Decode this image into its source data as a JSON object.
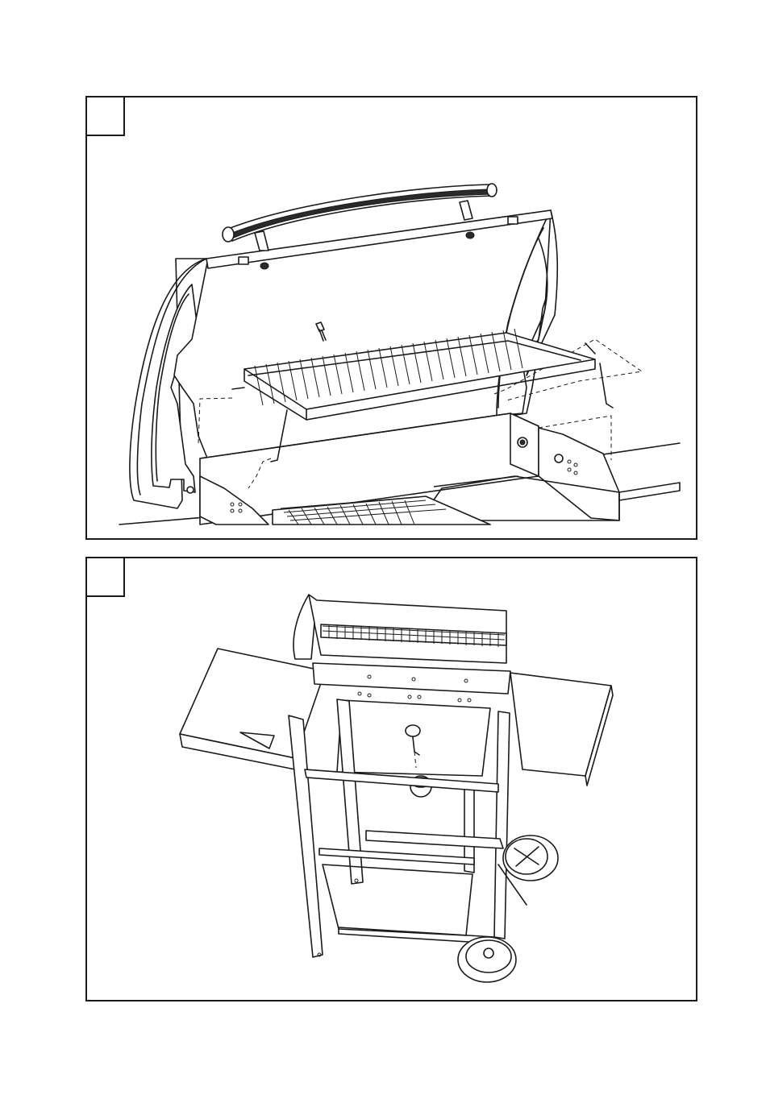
{
  "steps": [
    {
      "id": "step-1",
      "number": "",
      "illustration": "grill-lid-open-warming-rack"
    },
    {
      "id": "step-2",
      "number": "",
      "illustration": "grill-cart-underside-view"
    }
  ]
}
